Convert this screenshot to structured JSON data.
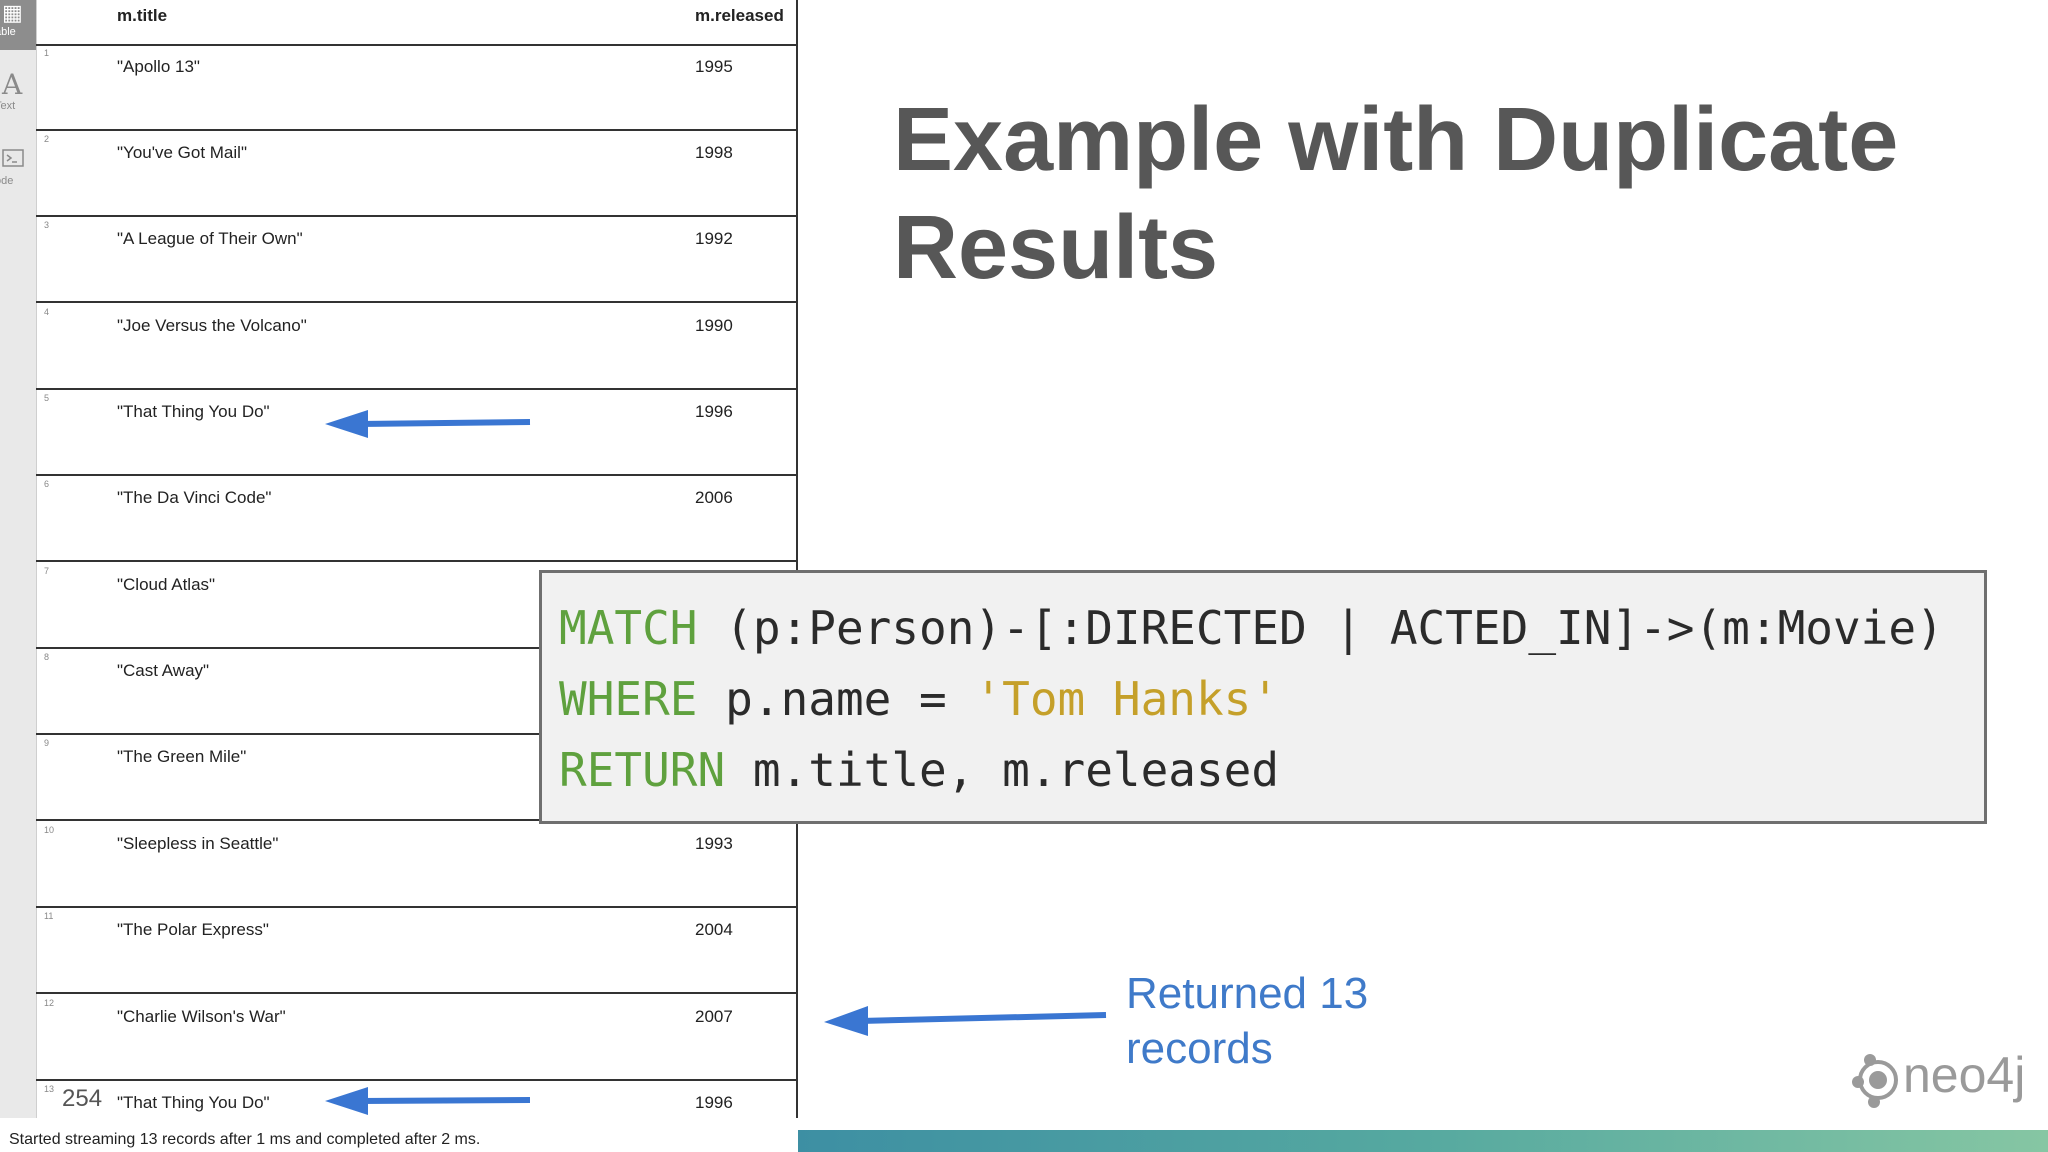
{
  "sidebar": {
    "items": [
      {
        "label": "able",
        "icon": "table-icon"
      },
      {
        "label": "Text",
        "icon": "text-icon"
      },
      {
        "label": "ode",
        "icon": "code-icon"
      }
    ]
  },
  "table": {
    "columns": [
      "m.title",
      "m.released"
    ],
    "rows": [
      {
        "num": "1",
        "title": "\"Apollo 13\"",
        "released": "1995"
      },
      {
        "num": "2",
        "title": "\"You've Got Mail\"",
        "released": "1998"
      },
      {
        "num": "3",
        "title": "\"A League of Their Own\"",
        "released": "1992"
      },
      {
        "num": "4",
        "title": "\"Joe Versus the Volcano\"",
        "released": "1990"
      },
      {
        "num": "5",
        "title": "\"That Thing You Do\"",
        "released": "1996"
      },
      {
        "num": "6",
        "title": "\"The Da Vinci Code\"",
        "released": "2006"
      },
      {
        "num": "7",
        "title": "\"Cloud Atlas\"",
        "released": ""
      },
      {
        "num": "8",
        "title": "\"Cast Away\"",
        "released": ""
      },
      {
        "num": "9",
        "title": "\"The Green Mile\"",
        "released": ""
      },
      {
        "num": "10",
        "title": "\"Sleepless in Seattle\"",
        "released": "1993"
      },
      {
        "num": "11",
        "title": "\"The Polar Express\"",
        "released": "2004"
      },
      {
        "num": "12",
        "title": "\"Charlie Wilson's War\"",
        "released": "2007"
      },
      {
        "num": "13",
        "title": "\"That Thing You Do\"",
        "released": "1996"
      }
    ]
  },
  "page_number": "254",
  "status": "Started streaming 13 records after 1 ms and completed after 2 ms.",
  "slide": {
    "title": "Example with Duplicate Results"
  },
  "code": {
    "line1": {
      "kw": "MATCH",
      "rest": " (p:Person)-[:DIRECTED | ACTED_IN]->(m:Movie)"
    },
    "line2": {
      "kw": "WHERE",
      "rest": " p.name = ",
      "str": "'Tom Hanks'"
    },
    "line3": {
      "kw": "RETURN",
      "rest": " m.title, m.released"
    }
  },
  "callout": {
    "line1": "Returned 13",
    "line2": "records"
  },
  "brand": {
    "name": "neo4j"
  },
  "colors": {
    "arrow": "#3a76d2",
    "keyword": "#5fa13e",
    "string": "#c5a02a",
    "title": "#575757",
    "callout": "#3f7ac9"
  }
}
